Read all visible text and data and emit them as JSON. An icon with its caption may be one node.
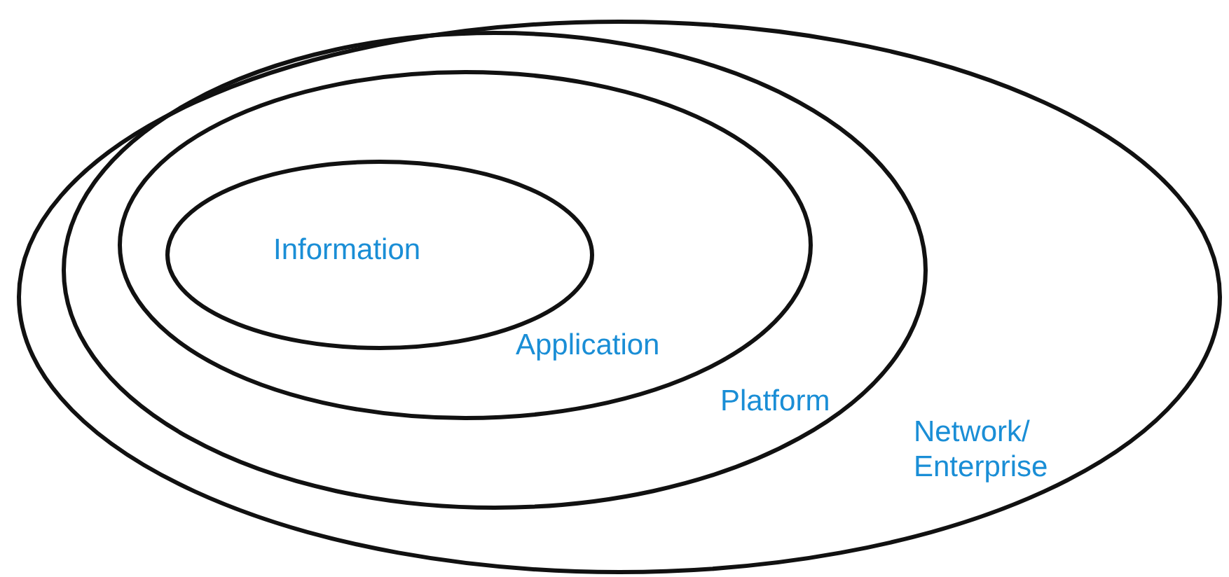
{
  "diagram": {
    "nodes": [
      {
        "text": [
          "Network/ Enterprise"
        ]
      },
      {
        "text": [
          "Platform"
        ],
        "in": 0
      },
      {
        "text": [
          "Application"
        ],
        "in": 1
      },
      {
        "text": [
          "Information"
        ],
        "in": 2
      }
    ]
  }
}
